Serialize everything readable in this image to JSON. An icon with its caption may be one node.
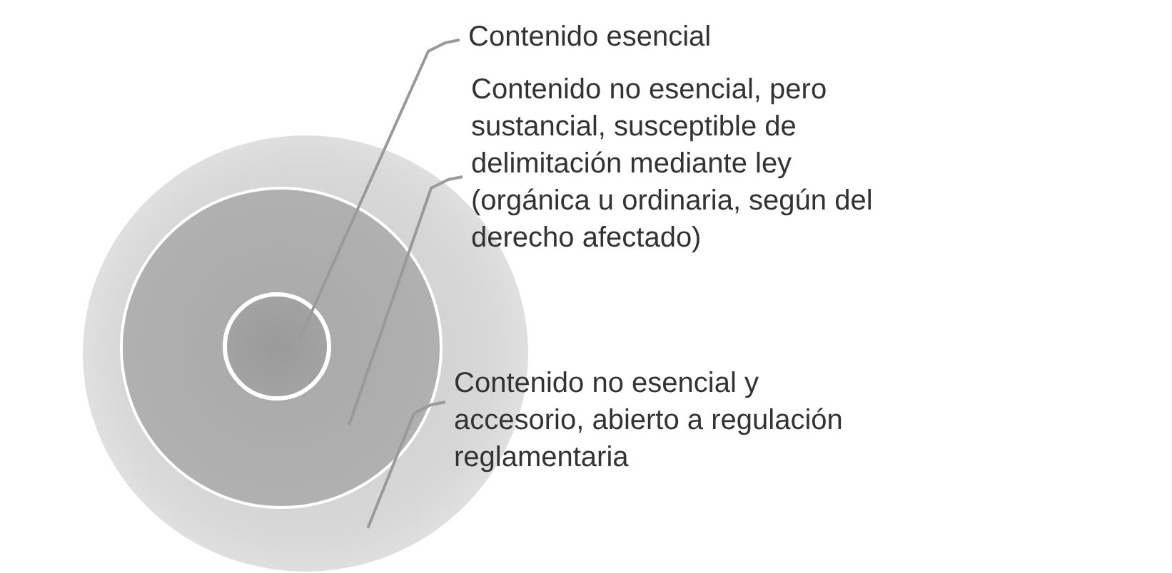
{
  "diagram": {
    "nodes": [
      {
        "text": [
          "Contenido esencial"
        ]
      },
      {
        "text": [
          "Contenido no esencial, pero sustancial, susceptible de delimitación mediante ley (orgánica u ordinaria, según del derecho afectado)"
        ]
      },
      {
        "text": [
          "Contenido no esencial y accesorio, abierto a regulación reglamentaria"
        ]
      },
      {
        "text": [],
        "shape": "circle"
      },
      {
        "text": [],
        "shape": "circle",
        "in": 3
      },
      {
        "text": [],
        "shape": "circle",
        "in": 4
      }
    ],
    "edges": [
      {
        "from": 0,
        "to": 5,
        "arrow": "none"
      },
      {
        "from": 1,
        "to": 4,
        "arrow": "none"
      },
      {
        "from": 2,
        "to": 3,
        "arrow": "none"
      }
    ]
  }
}
